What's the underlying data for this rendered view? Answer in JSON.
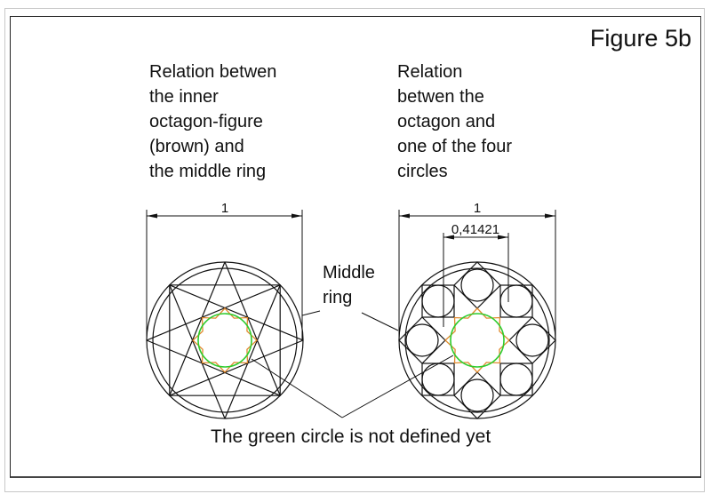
{
  "figure": {
    "title": "Figure 5b",
    "captions": {
      "left": "Relation betwen\nthe inner\noctagon-figure\n(brown) and\nthe middle ring",
      "right": "Relation\nbetwen the\noctagon and\none of the four\ncircles"
    },
    "labels": {
      "middle_ring": "Middle\nring",
      "bottom_note": "The green circle is not defined yet"
    },
    "dimensions": {
      "left_width": "1",
      "right_width": "1",
      "right_inner_width": "0,41421"
    },
    "colors": {
      "line": "#111111",
      "brown_star": "#e08a2e",
      "green_circle": "#2ecc2e",
      "frame": "#c8c8c8"
    }
  }
}
